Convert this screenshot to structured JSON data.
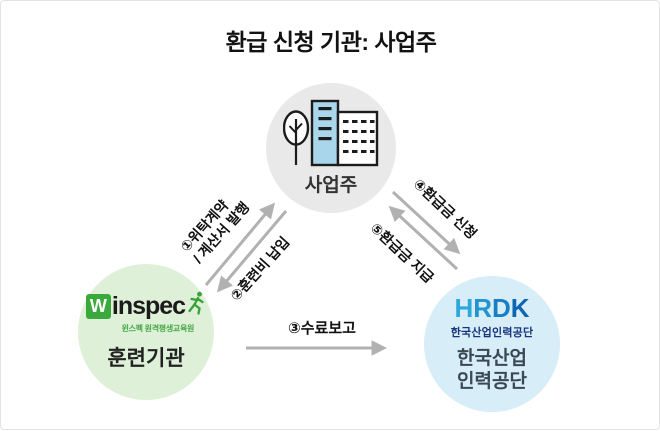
{
  "title": "환급 신청 기관: 사업주",
  "employer": {
    "label": "사업주"
  },
  "training": {
    "logo_w": "W",
    "logo_name": "inspec",
    "logo_subtitle": "윈스펙 원격평생교육원",
    "label": "훈련기관"
  },
  "hrdk": {
    "logo_l1": "H",
    "logo_l2": "R",
    "logo_l3": "D",
    "logo_l4": "K",
    "logo_subtitle": "한국산업인력공단",
    "label_line1": "한국산업",
    "label_line2": "인력공단"
  },
  "arrows": {
    "contract_line1": "①위탁계약",
    "contract_line2": "/ 계산서 발행",
    "fee": "②훈련비 납입",
    "report": "③수료보고",
    "apply": "④환급금 신청",
    "pay": "⑤환급금 지급"
  },
  "colors": {
    "employer_circle": "#e9e9e9",
    "training_circle": "#def0d7",
    "hrdk_circle": "#d7edf8",
    "arrow_gray": "#b1b1b1",
    "building_blue": "#a9d6ea",
    "winspec_green": "#3aa93c",
    "hrdk_blue": "#187fc4",
    "hrdk_navy": "#17357d"
  }
}
